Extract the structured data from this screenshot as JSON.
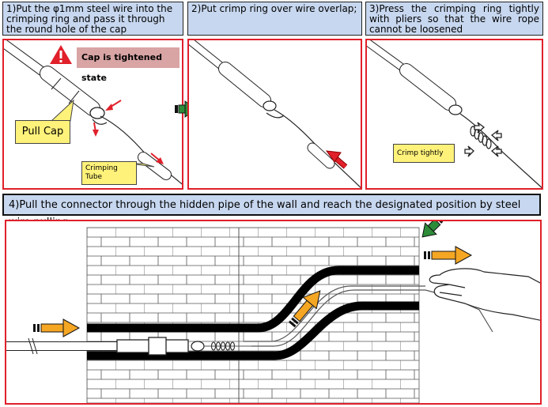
{
  "steps": {
    "step1": "1)Put the φ1mm steel wire into the crimping ring and pass it through the round hole of the cap",
    "step2": "2)Put crimp ring over wire overlap;",
    "step3": "3)Press the crimping ring tightly with pliers so that the wire rope cannot be loosened",
    "step4": "4)Pull the connector through the hidden pipe of the wall and reach the designated position by steel wire pulling"
  },
  "labels": {
    "warning": "Cap is tightened state",
    "pull_cap": "Pull Cap",
    "crimping_tube": "Crimping Tube",
    "crimp_tightly": "Crimp tightly"
  },
  "colors": {
    "frame_red": "#e0202a",
    "caption_bg": "#c7d7ef",
    "label_yellow": "#fff27a",
    "arrow_orange": "#f5a623",
    "arrow_green": "#2e8b3a",
    "arrow_red": "#e0202a"
  }
}
